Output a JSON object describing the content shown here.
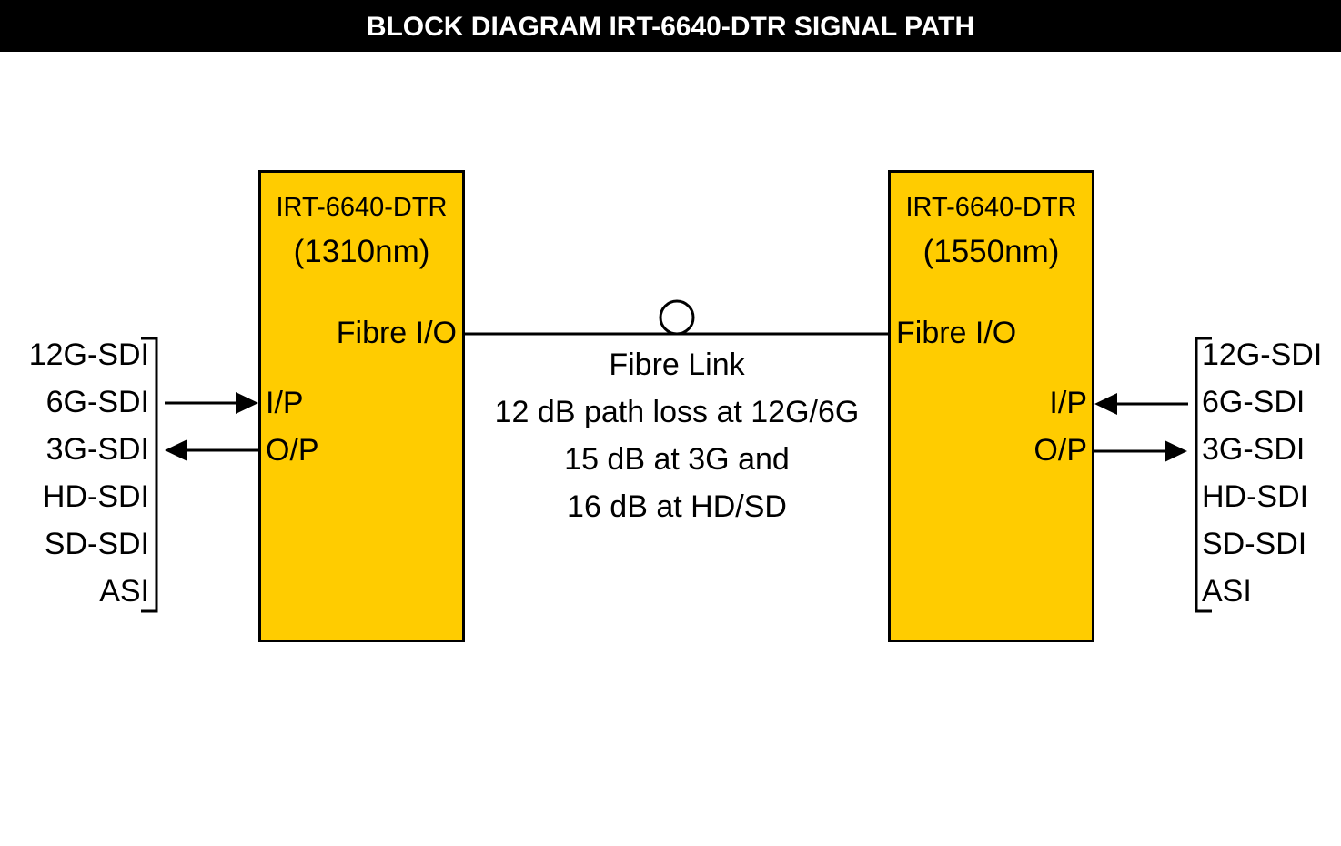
{
  "title": "BLOCK DIAGRAM IRT-6640-DTR SIGNAL PATH",
  "colors": {
    "box_fill": "#ffcc00",
    "title_bar": "#000000"
  },
  "left_unit": {
    "model": "IRT-6640-DTR",
    "wavelength": "(1310nm)",
    "fibre_port": "Fibre I/O",
    "input": "I/P",
    "output": "O/P"
  },
  "right_unit": {
    "model": "IRT-6640-DTR",
    "wavelength": "(1550nm)",
    "fibre_port": "Fibre I/O",
    "input": "I/P",
    "output": "O/P"
  },
  "fibre_link": {
    "title": "Fibre Link",
    "lines": [
      "12 dB path loss at 12G/6G",
      "15 dB at 3G and",
      "16 dB at HD/SD"
    ]
  },
  "signals_left": [
    "12G-SDI",
    "6G-SDI",
    "3G-SDI",
    "HD-SDI",
    "SD-SDI",
    "ASI"
  ],
  "signals_right": [
    "12G-SDI",
    "6G-SDI",
    "3G-SDI",
    "HD-SDI",
    "SD-SDI",
    "ASI"
  ]
}
